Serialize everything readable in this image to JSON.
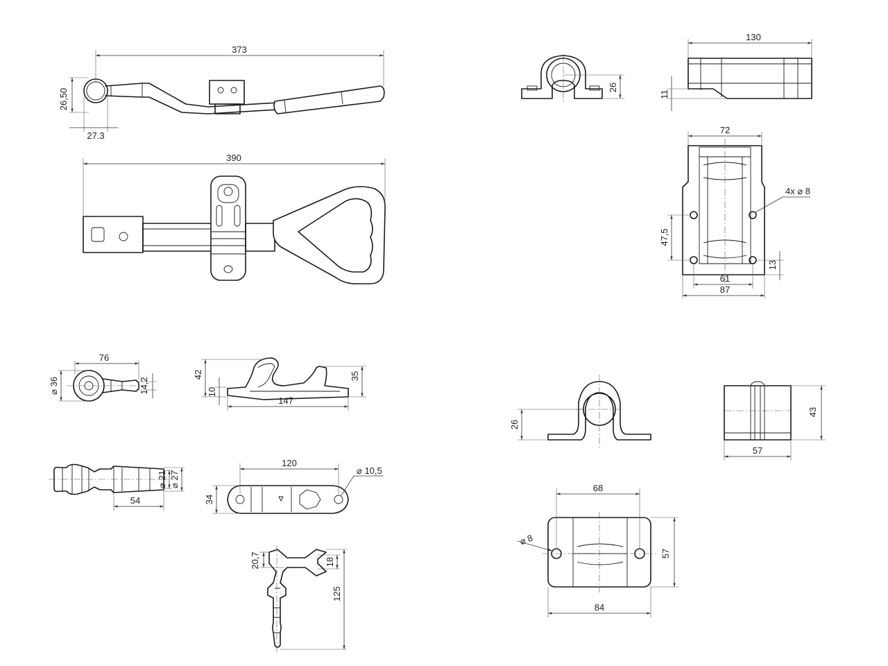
{
  "dimensions": {
    "latch_length": "373",
    "latch_height": "26,50",
    "latch_ring": "27.3",
    "handle_length": "390",
    "bracket_height": "26",
    "bracket_length": "130",
    "bracket_base": "11",
    "plate_width": "72",
    "plate_holes": "4x ⌀ 8",
    "plate_hole_spacing_v": "47,5",
    "plate_edge": "13",
    "plate_hole_spacing_h": "61",
    "plate_overall": "87",
    "keeper_length": "76",
    "keeper_diameter": "⌀ 36",
    "keeper_slot": "14,2",
    "hook_height": "42",
    "hook_base": "10",
    "hook_length": "147",
    "hook_top": "35",
    "pin_length": "54",
    "pin_d1": "⌀ 21",
    "pin_d2": "⌀ 27",
    "strap_length": "120",
    "strap_hole": "⌀ 10,5",
    "strap_height": "34",
    "stud_head": "20,7",
    "stud_fork": "18",
    "stud_length": "125",
    "saddle_height": "26",
    "saddle_side_height": "43",
    "saddle_side_width": "57",
    "saddle_hole_spacing": "68",
    "saddle_hole": "⌀ 8",
    "saddle_plate_height": "57",
    "saddle_plate_width": "84"
  }
}
